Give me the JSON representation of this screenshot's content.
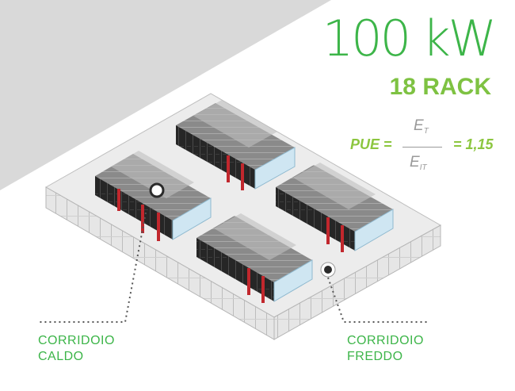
{
  "headline": {
    "power": "100 kW",
    "racks": "18 RACK"
  },
  "pue": {
    "label": "PUE =",
    "numerator_main": "E",
    "numerator_sub": "T",
    "denominator_main": "E",
    "denominator_sub": "IT",
    "result": "= 1,15"
  },
  "callouts": {
    "hot_line1": "CORRIDOIO",
    "hot_line2": "CALDO",
    "cold_line1": "CORRIDOIO",
    "cold_line2": "FREDDO"
  },
  "colors": {
    "accent_green": "#3db549",
    "light_green": "#8cc63f",
    "rack_dark": "#2b2b2b",
    "rack_red": "#c1272d",
    "glass_blue": "#cfe6f2",
    "floor_grey": "#ececec",
    "backdrop_grey": "#d9d9d9"
  },
  "icons": {
    "hot_marker": "ring-marker-icon",
    "cold_marker": "dot-marker-icon"
  }
}
